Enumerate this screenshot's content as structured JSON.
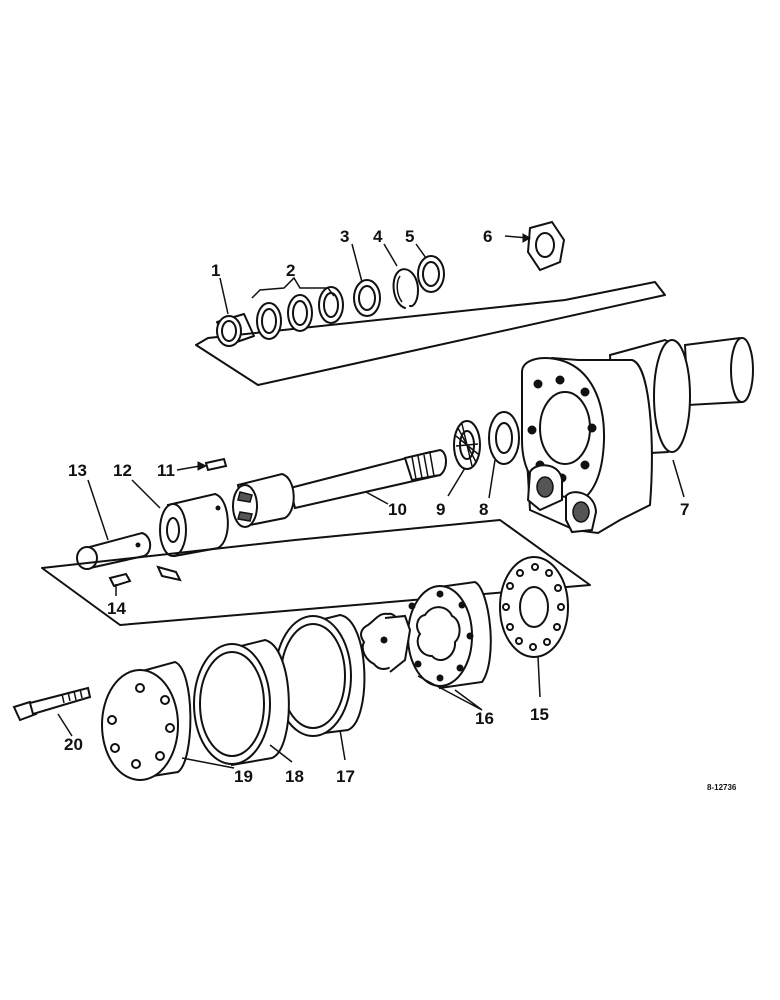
{
  "callouts": {
    "c1": "1",
    "c2": "2",
    "c3": "3",
    "c4": "4",
    "c5": "5",
    "c6": "6",
    "c7": "7",
    "c8": "8",
    "c9": "9",
    "c10": "10",
    "c11": "11",
    "c12": "12",
    "c13": "13",
    "c14": "14",
    "c15": "15",
    "c16": "16",
    "c17": "17",
    "c18": "18",
    "c19": "19",
    "c20": "20"
  },
  "reference_code": "8-12736"
}
